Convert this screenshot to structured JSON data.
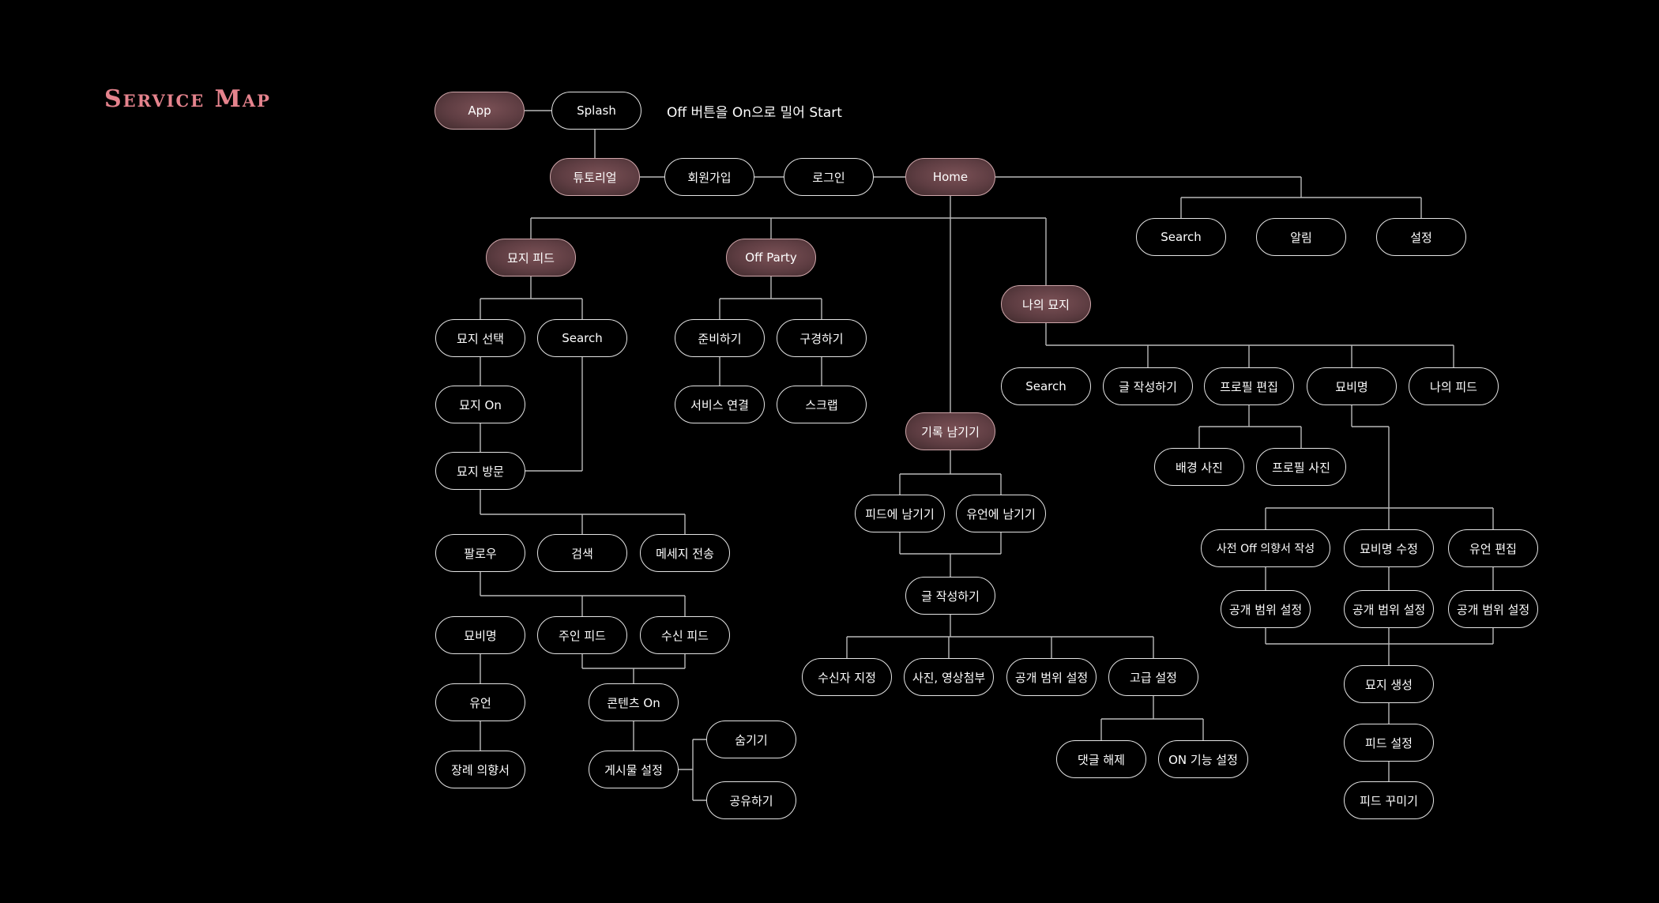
{
  "title": "Service Map",
  "note": "Off 버튼을 On으로 밀어 Start",
  "nodes": {
    "app": "App",
    "splash": "Splash",
    "tutorial": "튜토리얼",
    "signup": "회원가입",
    "login": "로그인",
    "home": "Home",
    "home_search": "Search",
    "notification": "알림",
    "settings": "설정",
    "grave_feed": "묘지 피드",
    "off_party": "Off Party",
    "my_grave": "나의 묘지",
    "grave_select": "묘지 선택",
    "feed_search": "Search",
    "grave_on": "묘지 On",
    "grave_visit": "묘지 방문",
    "follow": "팔로우",
    "find": "검색",
    "message": "메세지 전송",
    "epitaph1": "묘비명",
    "owner_feed": "주인 피드",
    "recv_feed": "수신 피드",
    "will1": "유언",
    "content_on": "콘텐츠 On",
    "funeral": "장례 의향서",
    "post_settings": "게시물 설정",
    "hide": "숨기기",
    "share": "공유하기",
    "prepare": "준비하기",
    "browse": "구경하기",
    "service_link": "서비스 연결",
    "scrap": "스크랩",
    "leave_record": "기록 남기기",
    "to_feed": "피드에 남기기",
    "to_will": "유언에 남기기",
    "write1": "글 작성하기",
    "recipient": "수신자 지정",
    "attach": "사진, 영상첨부",
    "scope1": "공개 범위 설정",
    "advanced": "고급 설정",
    "comment_off": "댓글 해제",
    "on_func": "ON 기능 설정",
    "my_search": "Search",
    "my_write": "글 작성하기",
    "profile_edit": "프로필 편집",
    "epitaph2": "묘비명",
    "my_feed": "나의 피드",
    "bg_photo": "배경 사진",
    "profile_photo": "프로필 사진",
    "pre_off": "사전 Off 의향서 작성",
    "epitaph_edit": "묘비명 수정",
    "will_edit": "유언 편집",
    "scope2": "공개 범위 설정",
    "scope3": "공개 범위 설정",
    "scope4": "공개 범위 설정",
    "grave_create": "묘지 생성",
    "feed_setting": "피드 설정",
    "feed_decorate": "피드 꾸미기"
  }
}
